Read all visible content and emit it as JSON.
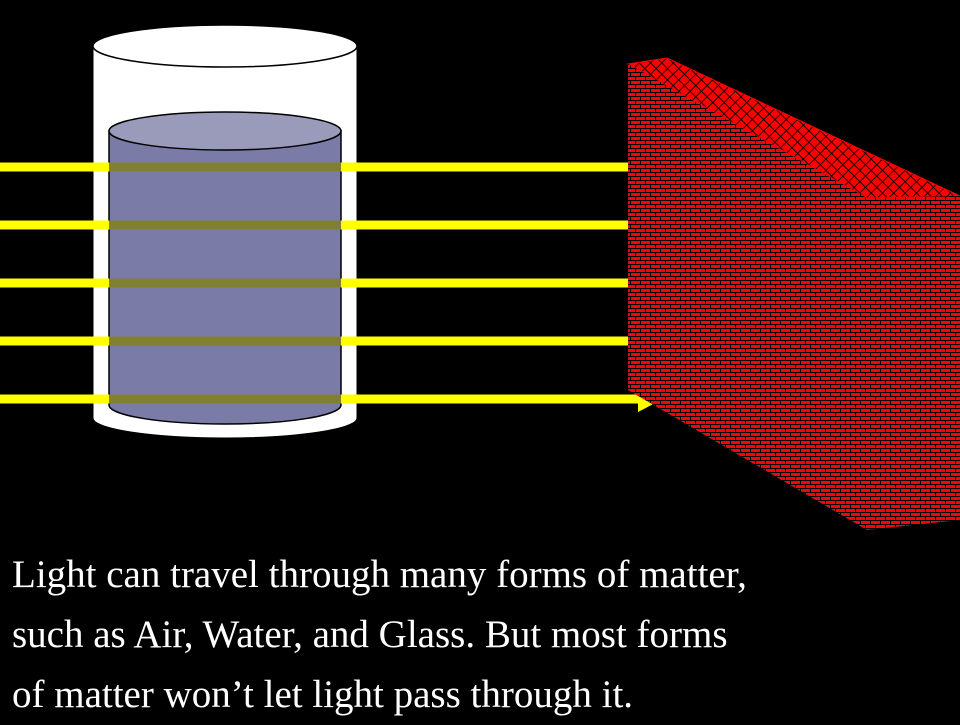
{
  "colors": {
    "background": "#000000",
    "beam": "#ffff00",
    "beam_through_water": "#808030",
    "glass": "#ffffff",
    "water": "#7b7ba8",
    "water_top": "#9a9abb",
    "brick": "#ff0000",
    "mortar": "#000000",
    "caption_text": "#ffffff"
  },
  "icons": {
    "arrowhead": "triangle-arrowhead-icon"
  },
  "beams": [
    {
      "name": "light-beam-1"
    },
    {
      "name": "light-beam-2"
    },
    {
      "name": "light-beam-3"
    },
    {
      "name": "light-beam-4"
    },
    {
      "name": "light-beam-5"
    }
  ],
  "caption": {
    "line1": "Light can travel through many forms of matter,",
    "line2": "such as Air, Water, and Glass.  But most forms",
    "line3": "of matter won’t let light pass through it."
  }
}
